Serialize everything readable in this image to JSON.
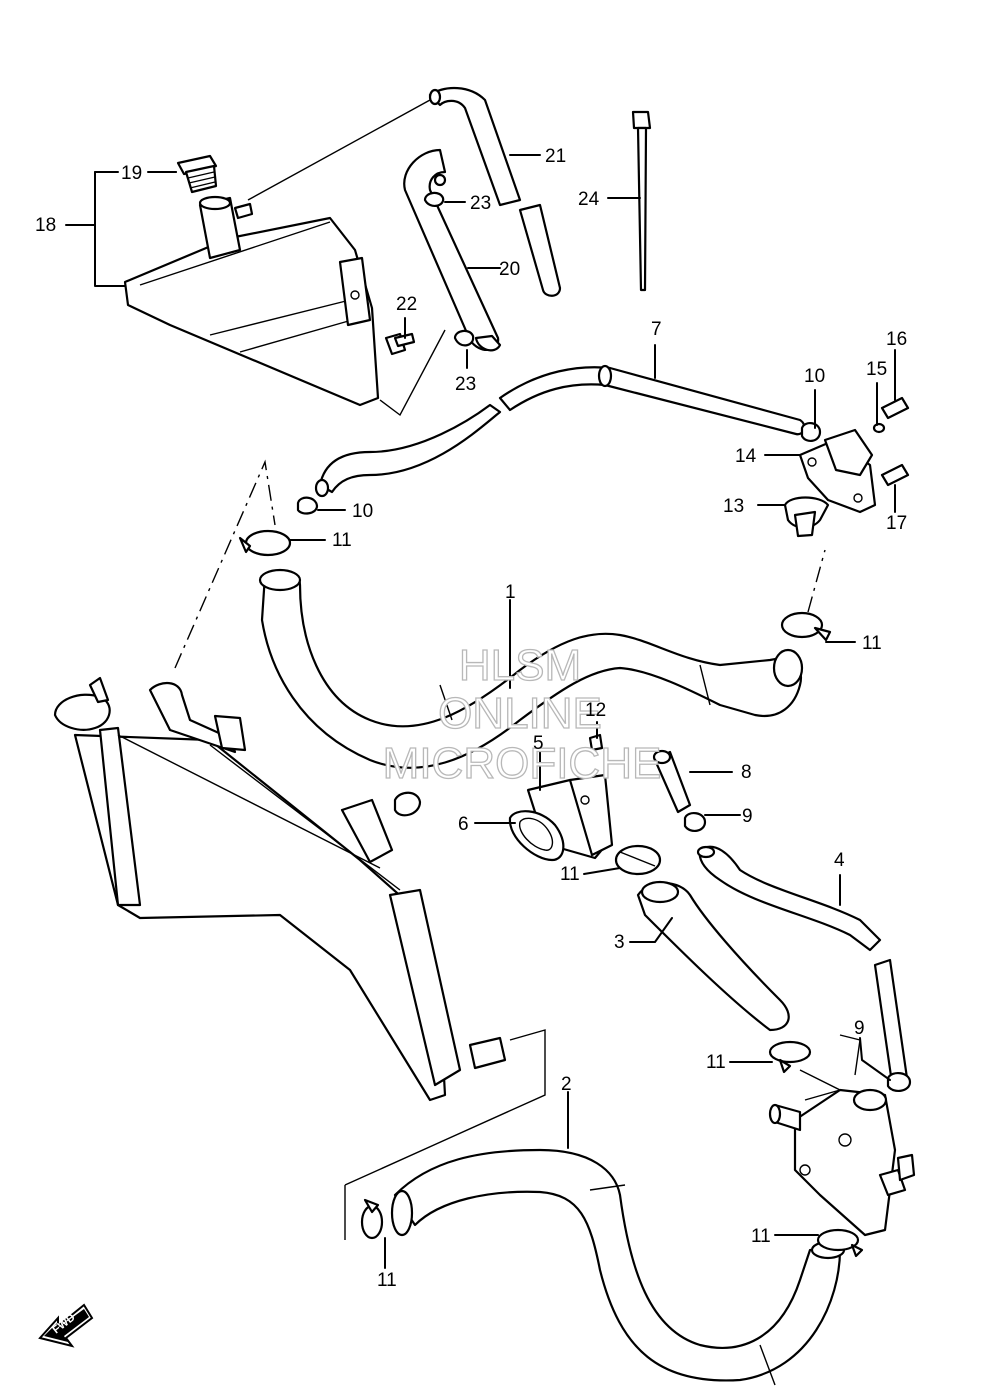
{
  "watermark": {
    "line1": "HLSM",
    "line2": "ONLINE",
    "line3": "MICROFICHE"
  },
  "fwd": "FWD",
  "labels": {
    "p1": "1",
    "p2": "2",
    "p3": "3",
    "p4": "4",
    "p5": "5",
    "p6": "6",
    "p7": "7",
    "p8": "8",
    "p9a": "9",
    "p9b": "9",
    "p10a": "10",
    "p10b": "10",
    "p11a": "11",
    "p11b": "11",
    "p11c": "11",
    "p11d": "11",
    "p11e": "11",
    "p11f": "11",
    "p12": "12",
    "p13": "13",
    "p14": "14",
    "p15": "15",
    "p16": "16",
    "p17": "17",
    "p18": "18",
    "p19": "19",
    "p20": "20",
    "p21": "21",
    "p22": "22",
    "p23a": "23",
    "p23b": "23",
    "p24": "24"
  }
}
